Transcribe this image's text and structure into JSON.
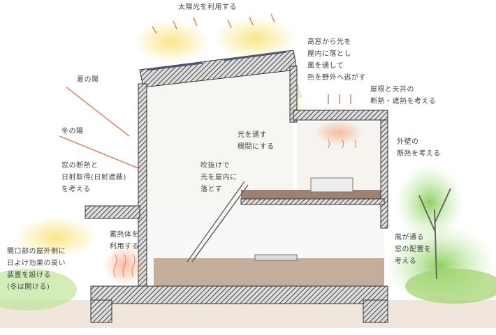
{
  "title": "太陽光を利用する",
  "annotations": {
    "high_window": [
      "高窓から光を",
      "屋内に落とし",
      "風を通して",
      "熱を野外へ逃がす"
    ],
    "roof_ceiling": [
      "屋根と天井の",
      "断熱・遮熱を考える"
    ],
    "summer_sun": "夏の陽",
    "winter_sun": "冬の陽",
    "window_insulation": [
      "窓の断熱と",
      "日射取得(日射遮蔽)",
      "を考える"
    ],
    "transom": [
      "光を通す",
      "欄間にする"
    ],
    "atrium": [
      "吹抜けで",
      "光を屋内に",
      "落とす"
    ],
    "exterior_wall": [
      "外壁の",
      "断熱を考える"
    ],
    "thermal_mass": [
      "蓄熱体を",
      "利用する"
    ],
    "shading": [
      "開口部の屋外側に",
      "日よけ効果の高い",
      "装置を設ける",
      "(冬は開ける)"
    ],
    "ventilation": [
      "風が通る",
      "窓の配置を",
      "考える"
    ]
  },
  "colors": {
    "arrow": "#e8825a",
    "wall": "#555555",
    "sun": "#f7e27a",
    "green": "#9fd36b",
    "floor": "#8a6f5c"
  }
}
